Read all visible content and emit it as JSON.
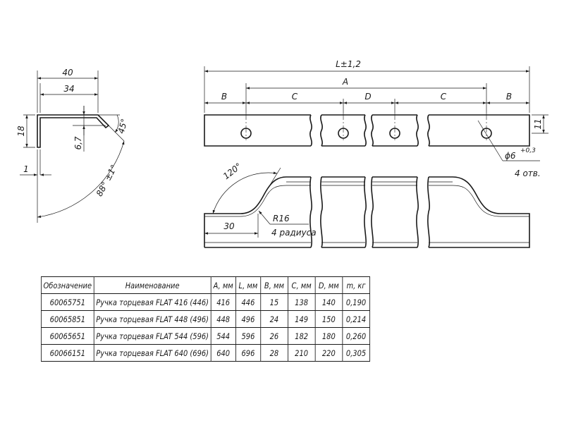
{
  "profile_view": {
    "dim_width_total": "40",
    "dim_width_inner": "34",
    "dim_height": "18",
    "dim_lip": "6,7",
    "dim_thickness": "1",
    "angle_bevel": "45°",
    "angle_bend": "88° ±1°"
  },
  "top_view": {
    "dim_overall": "L±1,2",
    "dim_a": "A",
    "dim_b_left": "B",
    "dim_c_left": "C",
    "dim_d": "D",
    "dim_c_right": "C",
    "dim_b_right": "B",
    "dim_height": "11",
    "hole_diameter": "ϕ6",
    "hole_tolerance": "+0,3",
    "hole_count": "4 отв."
  },
  "side_view": {
    "angle": "120°",
    "radius": "R16",
    "radius_count": "4 радиуса",
    "dim_flat": "30"
  },
  "table": {
    "headers": [
      "Обозначение",
      "Наименование",
      "A, мм",
      "L, мм",
      "B, мм",
      "C, мм",
      "D, мм",
      "m, кг"
    ],
    "rows": [
      [
        "60065751",
        "Ручка торцевая FLAT 416 (446)",
        "416",
        "446",
        "15",
        "138",
        "140",
        "0,190"
      ],
      [
        "60065851",
        "Ручка торцевая FLAT 448 (496)",
        "448",
        "496",
        "24",
        "149",
        "150",
        "0,214"
      ],
      [
        "60065651",
        "Ручка торцевая FLAT 544 (596)",
        "544",
        "596",
        "26",
        "182",
        "180",
        "0,260"
      ],
      [
        "60066151",
        "Ручка торцевая FLAT 640 (696)",
        "640",
        "696",
        "28",
        "210",
        "220",
        "0,305"
      ]
    ]
  }
}
